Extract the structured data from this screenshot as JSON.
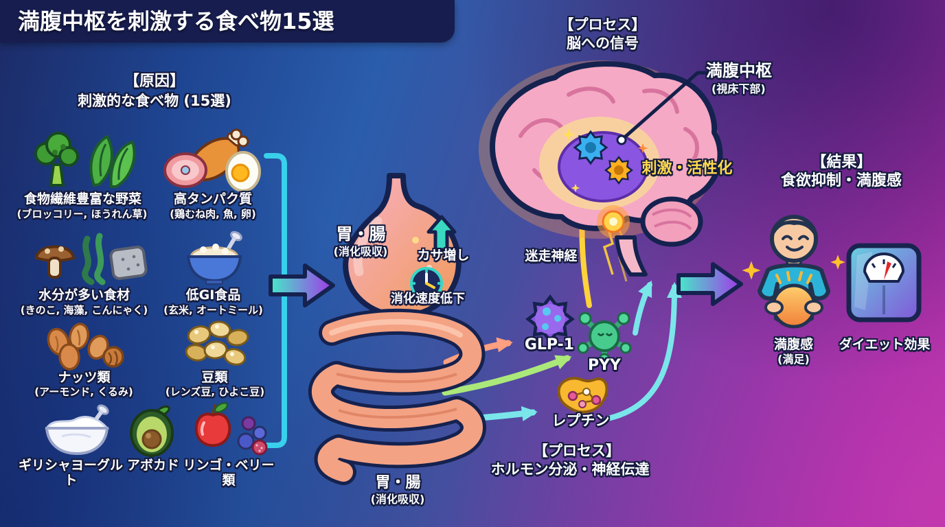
{
  "title": "満腹中枢を刺激する食べ物15選",
  "cause": {
    "tag": "【原因】",
    "heading": "刺激的な食べ物 (15選)",
    "items": [
      {
        "name": "fiber-vegetables",
        "label": "食物繊維豊富な野菜",
        "sub": "(ブロッコリー, ほうれん草)",
        "icon": "broccoli-spinach-icon"
      },
      {
        "name": "high-protein",
        "label": "高タンパク質",
        "sub": "(鶏むね肉, 魚, 卵)",
        "icon": "meat-egg-icon"
      },
      {
        "name": "watery-foods",
        "label": "水分が多い食材",
        "sub": "(きのこ, 海藻, こんにゃく)",
        "icon": "mushroom-seaweed-konnyaku-icon"
      },
      {
        "name": "low-gi-foods",
        "label": "低GI食品",
        "sub": "(玄米, オートミール)",
        "icon": "rice-bowl-icon"
      },
      {
        "name": "nuts",
        "label": "ナッツ類",
        "sub": "(アーモンド, くるみ)",
        "icon": "nuts-icon"
      },
      {
        "name": "beans",
        "label": "豆類",
        "sub": "(レンズ豆, ひよこ豆)",
        "icon": "beans-icon"
      },
      {
        "name": "greek-yogurt",
        "label": "ギリシャヨーグルト",
        "sub": "",
        "icon": "yogurt-icon"
      },
      {
        "name": "avocado",
        "label": "アボカド",
        "sub": "",
        "icon": "avocado-icon"
      },
      {
        "name": "apple-berries",
        "label": "リンゴ・ベリー類",
        "sub": "",
        "icon": "apple-berries-icon"
      }
    ]
  },
  "digestion": {
    "organ_label": "胃・腸",
    "organ_sub": "(消化吸収)",
    "bulk_label": "カサ増し",
    "slowdown_label": "消化速度低下",
    "lower_organ_label": "胃・腸",
    "lower_organ_sub": "(消化吸収)"
  },
  "hormones": {
    "tag": "【プロセス】",
    "heading": "ホルモン分泌・神経伝達",
    "glp1_label": "GLP-1",
    "pyy_label": "PYY",
    "leptin_label": "レプチン"
  },
  "brain": {
    "tag": "【プロセス】",
    "heading": "脳への信号",
    "center_label": "満腹中枢",
    "center_sub": "(視床下部)",
    "activation_label": "刺激・活性化",
    "vagus_label": "迷走神経"
  },
  "result": {
    "tag": "【結果】",
    "heading": "食欲抑制・満腹感",
    "satiety_label": "満腹感",
    "satiety_sub": "(満足)",
    "diet_label": "ダイエット効果"
  },
  "colors": {
    "accent_cyan": "#38d0ea",
    "accent_purple": "#a238e8",
    "activation_yellow": "#ffd94d",
    "outline_navy": "#141b3e",
    "banner_navy": "#171d4e"
  }
}
